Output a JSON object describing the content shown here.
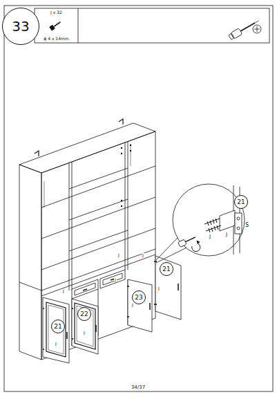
{
  "diagram": {
    "nodes": [
      {
        "text": [
          "33"
        ]
      },
      {
        "text": [
          "J x 32",
          "ϕ 4 x 14mm"
        ]
      },
      {
        "text": [
          "21"
        ]
      },
      {
        "text": [
          "21"
        ]
      },
      {
        "text": [
          "23"
        ]
      },
      {
        "text": [
          "22"
        ]
      },
      {
        "text": [
          "21"
        ]
      }
    ],
    "edges": [],
    "labels": [
      "J",
      "J",
      "J",
      "J",
      "J",
      "J",
      "J",
      "J",
      "J",
      "J",
      "S",
      "34/37"
    ]
  }
}
